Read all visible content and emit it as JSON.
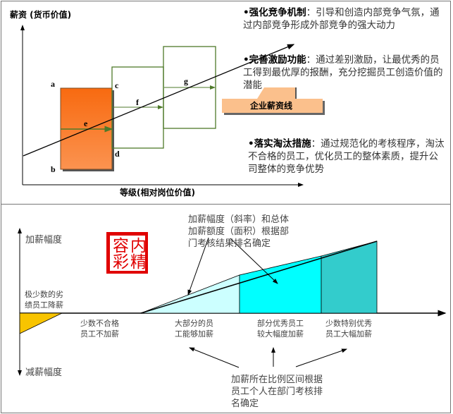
{
  "top": {
    "y_axis_label": "薪资 (货币价值)",
    "x_axis_label": "等级(相对岗位价值)",
    "point_labels": [
      "a",
      "b",
      "c",
      "d",
      "e",
      "f",
      "g"
    ],
    "salary_line_label": "企业薪资线",
    "bullets": [
      {
        "title": "•强化竞争机制",
        "text": "：引导和创造内部竞争气氛，通过内部竞争形成外部竞争的强大动力"
      },
      {
        "title": "•完善激励功能",
        "text": "：通过差别激励，让最优秀的员工得到最优厚的报酬，充分挖掘员工创造价值的潜能"
      },
      {
        "title": "•落实淘汰措施",
        "text": "：通过规范化的考核程序，淘汰不合格的员工，优化员工的整体素质，提升公司整体的竞争优势"
      }
    ],
    "colors": {
      "box": "#f47a2a",
      "outline": "#4e7a2a",
      "tag": "#fbc08c"
    }
  },
  "bottom": {
    "up_label": "加薪幅度",
    "down_label": "减薪幅度",
    "stamp": "内精容彩",
    "demote_label": "极少数的劣绩员工降薪",
    "segments": [
      "少数不合格员工不加薪",
      "大部分的员工能够加薪",
      "部分优秀员工较大幅度加薪",
      "少数特别优秀员工大幅加薪"
    ],
    "note_top": "加薪幅度（斜率）和总体加薪额度（面积）根据部门考核结果排名确定",
    "note_bottom": "加薪所在比例区间根据员工个人在部门考核排名确定",
    "colors": {
      "yellow": "#f8c400",
      "light": "#ccffff",
      "cyan": "#00ffff",
      "teal": "#33cccc",
      "stamp": "#e00000"
    }
  }
}
